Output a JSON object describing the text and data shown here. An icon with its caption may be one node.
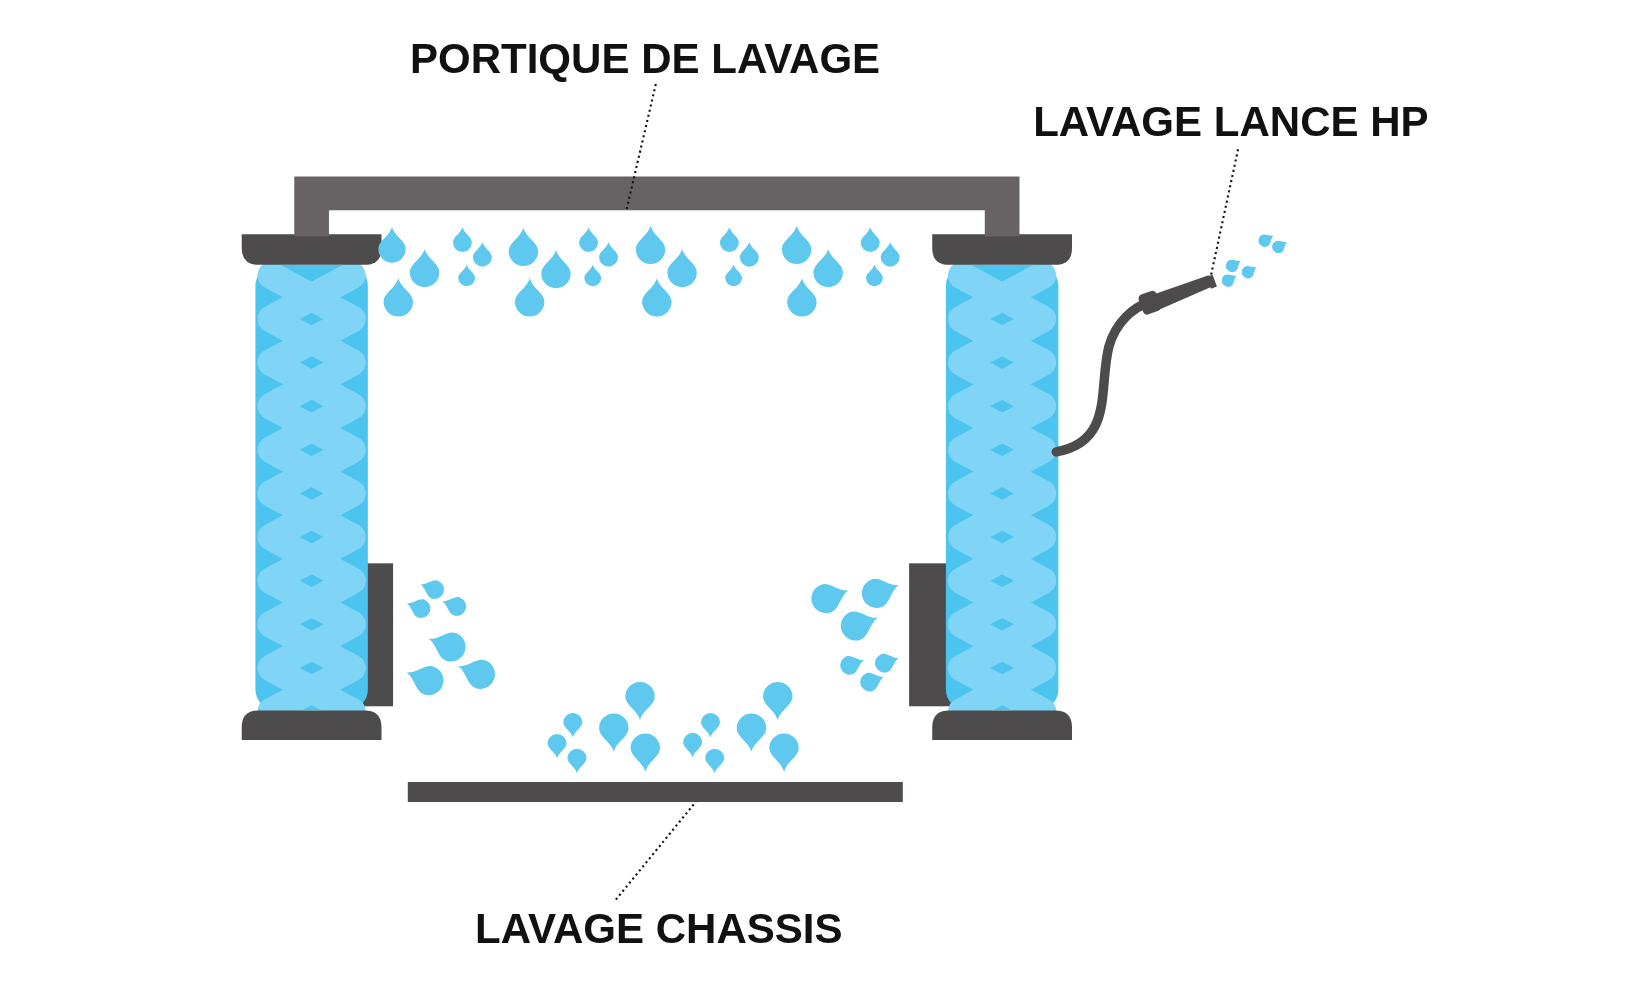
{
  "diagram": {
    "nodes": [
      {
        "text": [
          "PORTIQUE DE LAVAGE"
        ]
      },
      {
        "text": [
          "LAVAGE LANCE HP"
        ]
      },
      {
        "text": [
          "LAVAGE CHASSIS"
        ]
      },
      {
        "text": [],
        "shape": "bar"
      },
      {
        "text": [],
        "shape": "picture"
      },
      {
        "text": [],
        "shape": "bar"
      }
    ],
    "edges": [
      {
        "from": 0,
        "to": 3,
        "arrow": "none",
        "style": "dashed"
      },
      {
        "from": 1,
        "to": 4,
        "arrow": "none",
        "style": "dashed"
      },
      {
        "from": 2,
        "to": 5,
        "arrow": "none",
        "style": "dashed"
      }
    ]
  }
}
